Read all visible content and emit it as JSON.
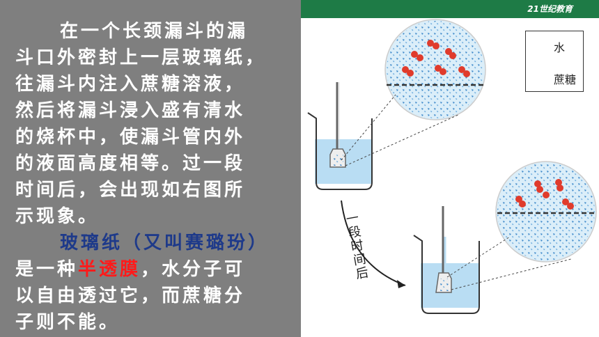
{
  "paragraph1": {
    "lines": [
      "在一个长颈漏斗的漏",
      "斗口外密封上一层玻璃纸，",
      "往漏斗内注入蔗糖溶液，",
      "然后将漏斗浸入盛有清水",
      "的烧杯中，使漏斗管内外",
      "的液面高度相等。过一段",
      "时间后，会出现如右图所",
      "示现象。"
    ]
  },
  "paragraph2": {
    "line1": "玻璃纸（又叫赛璐玢）",
    "line2_prefix": "是一种",
    "line2_highlight": "半透膜",
    "line2_suffix": "，水分子可",
    "line3": "以自由透过它，而蔗糖分",
    "line4": "子则不能。"
  },
  "logo": {
    "text": "21世纪教育"
  },
  "legend": {
    "water": "水",
    "sucrose": "蔗糖"
  },
  "arrow_label": "一段时间后",
  "colors": {
    "panel": "#7f7f7f",
    "bar": "#1e7b46",
    "highlight": "#ff1a1a",
    "water": "#cfe8f7",
    "sucrose": "#e03b2c"
  }
}
